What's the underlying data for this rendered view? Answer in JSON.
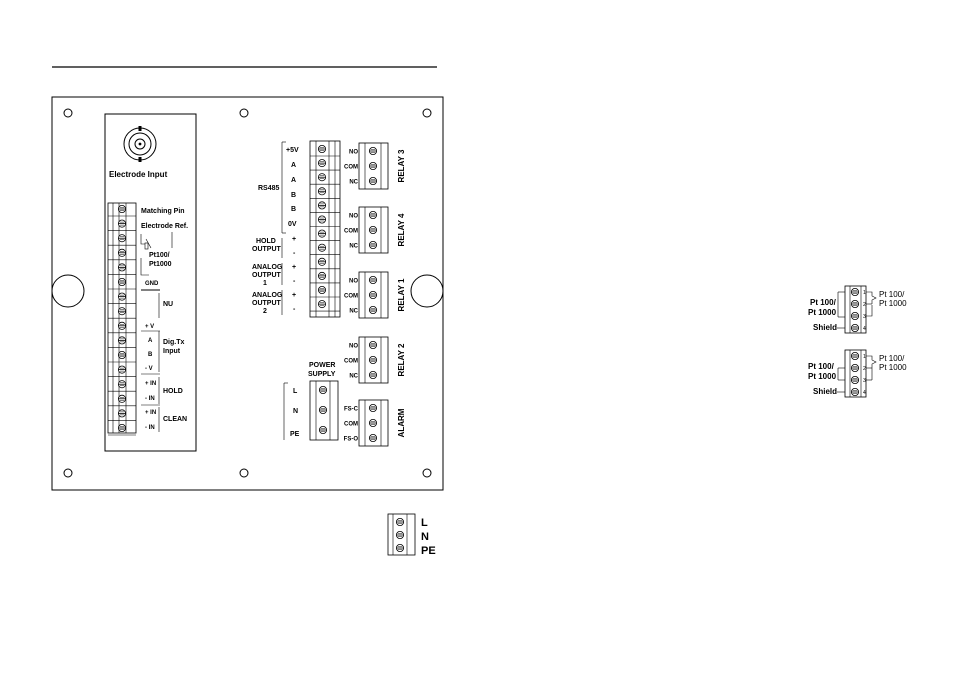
{
  "electrode": {
    "title": "Electrode Input"
  },
  "left_block": {
    "matching_pin": "Matching Pin",
    "electrode_ref": "Electrode Ref.",
    "pt_line1": "Pt100/",
    "pt_line2": "Pt1000",
    "gnd": "GND",
    "nu": "NU",
    "pv": "+ V",
    "a": "A",
    "b": "B",
    "mv": "- V",
    "digtx_line1": "Dig.Tx",
    "digtx_line2": "Input",
    "hold_pin": "+ IN",
    "hold_min": "- IN",
    "hold": "HOLD",
    "clean_pin": "+ IN",
    "clean_min": "- IN",
    "clean": "CLEAN"
  },
  "rs485": {
    "label": "RS485",
    "pins": [
      "+5V",
      "A",
      "A",
      "B",
      "B",
      "0V"
    ]
  },
  "outputs": {
    "hold_line1": "HOLD",
    "hold_line2": "OUTPUT",
    "analog1_line1": "ANALOG",
    "analog1_line2": "OUTPUT",
    "analog1_line3": "1",
    "analog2_line1": "ANALOG",
    "analog2_line2": "OUTPUT",
    "analog2_line3": "2",
    "plus": "+",
    "minus": "-"
  },
  "power": {
    "line1": "POWER",
    "line2": "SUPPLY",
    "pins": [
      "L",
      "N",
      "PE"
    ]
  },
  "relays": [
    {
      "label": "RELAY 3",
      "pins": [
        "NO",
        "COM",
        "NC"
      ]
    },
    {
      "label": "RELAY 4",
      "pins": [
        "NO",
        "COM",
        "NC"
      ]
    },
    {
      "label": "RELAY 1",
      "pins": [
        "NO",
        "COM",
        "NC"
      ]
    },
    {
      "label": "RELAY 2",
      "pins": [
        "NO",
        "COM",
        "NC"
      ]
    },
    {
      "label": "ALARM",
      "pins": [
        "FS-C",
        "COM",
        "FS-O"
      ]
    }
  ],
  "legend_lnpe": [
    "L",
    "N",
    "PE"
  ],
  "pt_detail_1": {
    "left1": "Pt 100/",
    "left2": "Pt 1000",
    "shield": "Shield",
    "right1": "Pt 100/",
    "right2": "Pt 1000",
    "nums": [
      "1",
      "2",
      "3",
      "4"
    ]
  },
  "pt_detail_2": {
    "left1": "Pt 100/",
    "left2": "Pt 1000",
    "shield": "Shield",
    "right1": "Pt 100/",
    "right2": "Pt 1000",
    "nums": [
      "1",
      "2",
      "3",
      "4"
    ]
  }
}
